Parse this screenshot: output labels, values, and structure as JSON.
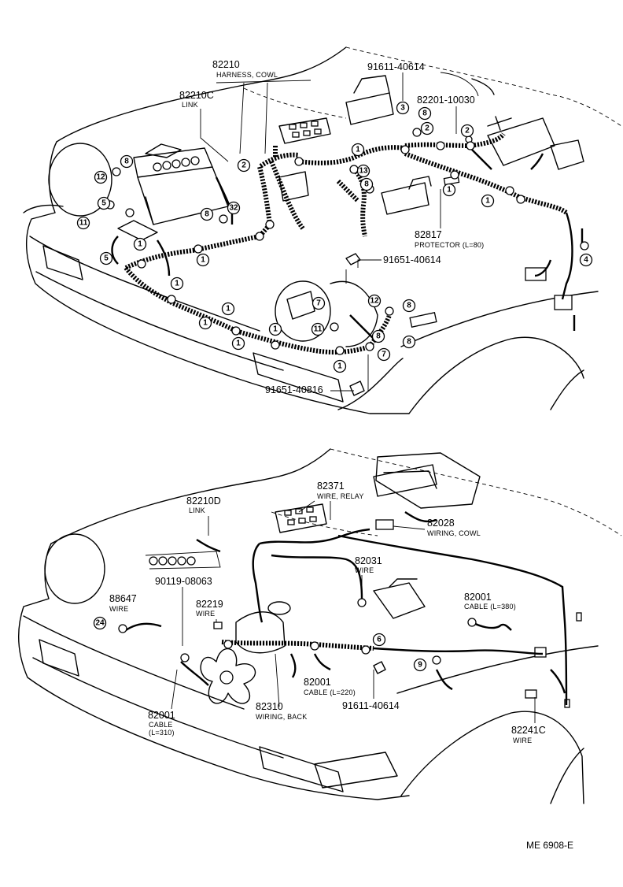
{
  "diagram": {
    "code": "ME 6908-E",
    "top_parts": [
      {
        "number": "82210",
        "desc": "HARNESS, COWL"
      },
      {
        "number": "82210C",
        "desc": "LINK"
      },
      {
        "number": "91611-40614",
        "desc": ""
      },
      {
        "number": "82201-10030",
        "desc": ""
      },
      {
        "number": "82817",
        "desc": "PROTECTOR (L=80)"
      },
      {
        "number": "91651-40614",
        "desc": ""
      },
      {
        "number": "91651-40816",
        "desc": ""
      }
    ],
    "bottom_parts": [
      {
        "number": "82210D",
        "desc": "LINK"
      },
      {
        "number": "82371",
        "desc": "WIRE, RELAY"
      },
      {
        "number": "82028",
        "desc": "WIRING, COWL"
      },
      {
        "number": "82031",
        "desc": "WIRE"
      },
      {
        "number": "90119-08063",
        "desc": ""
      },
      {
        "number": "88647",
        "desc": "WIRE"
      },
      {
        "number": "82219",
        "desc": "WIRE"
      },
      {
        "number": "82001",
        "desc": "CABLE (L=380)"
      },
      {
        "number": "82001",
        "desc": "CABLE (L=220)"
      },
      {
        "number": "91611-40614",
        "desc": ""
      },
      {
        "number": "82310",
        "desc": "WIRING, BACK"
      },
      {
        "number": "82001",
        "desc": "CABLE",
        "desc2": "(L=310)"
      },
      {
        "number": "82241C",
        "desc": "WIRE"
      }
    ],
    "callouts": [
      "1",
      "2",
      "3",
      "4",
      "5",
      "6",
      "7",
      "8",
      "9",
      "11",
      "12",
      "13",
      "24",
      "32"
    ]
  }
}
